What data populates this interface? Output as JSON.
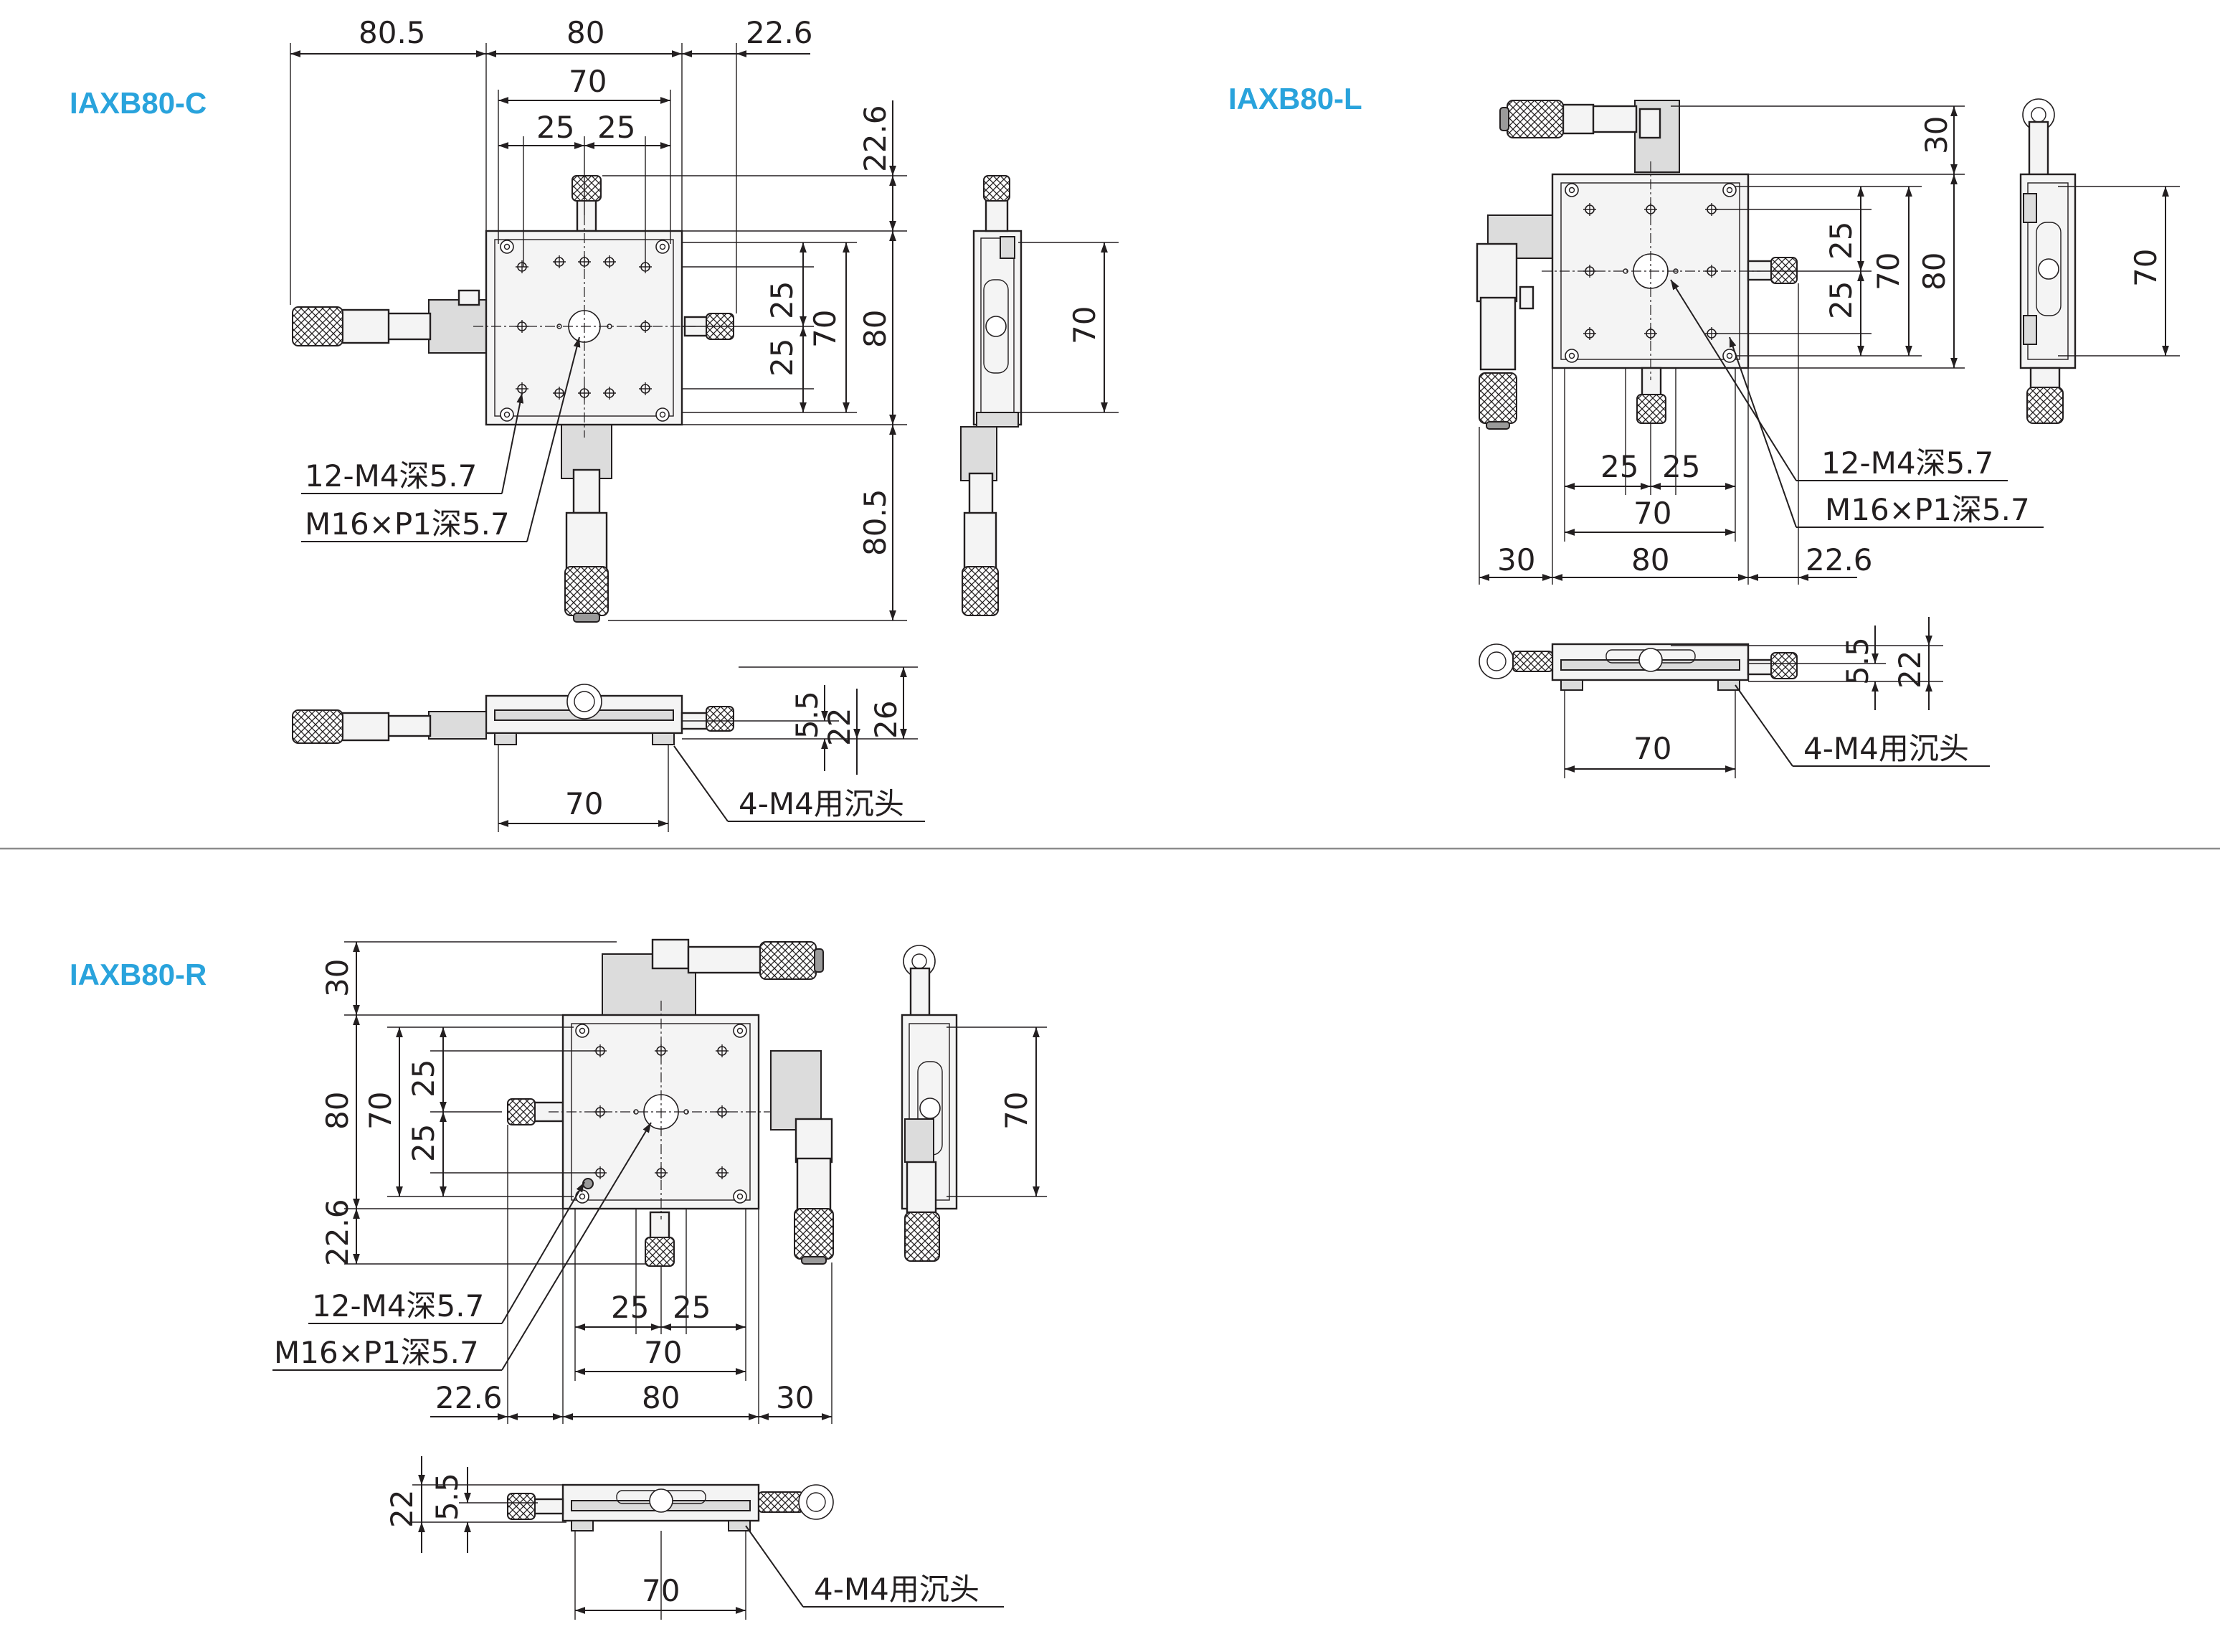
{
  "sections": {
    "c": {
      "title": "IAXB80-C",
      "dims": {
        "top_left": "80.5",
        "top_body": "80",
        "top_right": "22.6",
        "top_pitch": "70",
        "top_p1": "25",
        "top_p2": "25",
        "r_upper": "22.6",
        "r_p1": "25",
        "r_p2": "25",
        "r_pitch": "70",
        "r_body": "80",
        "r_lower": "80.5",
        "side_pitch": "70",
        "front_55": "5.5",
        "front_22": "22",
        "front_26": "26",
        "front_70": "70"
      },
      "notes": {
        "tap": "12-M4深5.7",
        "center_tap": "M16×P1深5.7",
        "counterbore": "4-M4用沉头"
      }
    },
    "l": {
      "title": "IAXB80-L",
      "dims": {
        "r_30": "30",
        "r_p1": "25",
        "r_p2": "25",
        "r_pitch": "70",
        "r_body": "80",
        "side_pitch": "70",
        "b_p1": "25",
        "b_p2": "25",
        "b_pitch": "70",
        "b_left": "30",
        "b_body": "80",
        "b_right": "22.6",
        "front_55": "5.5",
        "front_22": "22",
        "front_70": "70"
      },
      "notes": {
        "tap": "12-M4深5.7",
        "center_tap": "M16×P1深5.7",
        "counterbore": "4-M4用沉头"
      }
    },
    "r": {
      "title": "IAXB80-R",
      "dims": {
        "l_30": "30",
        "l_body": "80",
        "l_pitch": "70",
        "l_p1": "25",
        "l_p2": "25",
        "l_226": "22.6",
        "side_pitch": "70",
        "b_p1": "25",
        "b_p2": "25",
        "b_pitch": "70",
        "b_left": "22.6",
        "b_body": "80",
        "b_right": "30",
        "front_22": "22",
        "front_55": "5.5",
        "front_70": "70"
      },
      "notes": {
        "tap": "12-M4深5.7",
        "center_tap": "M16×P1深5.7",
        "counterbore": "4-M4用沉头"
      }
    }
  },
  "colors": {
    "title": "#29a3dc",
    "line": "#231f20",
    "divider": "#8c8c8c"
  }
}
